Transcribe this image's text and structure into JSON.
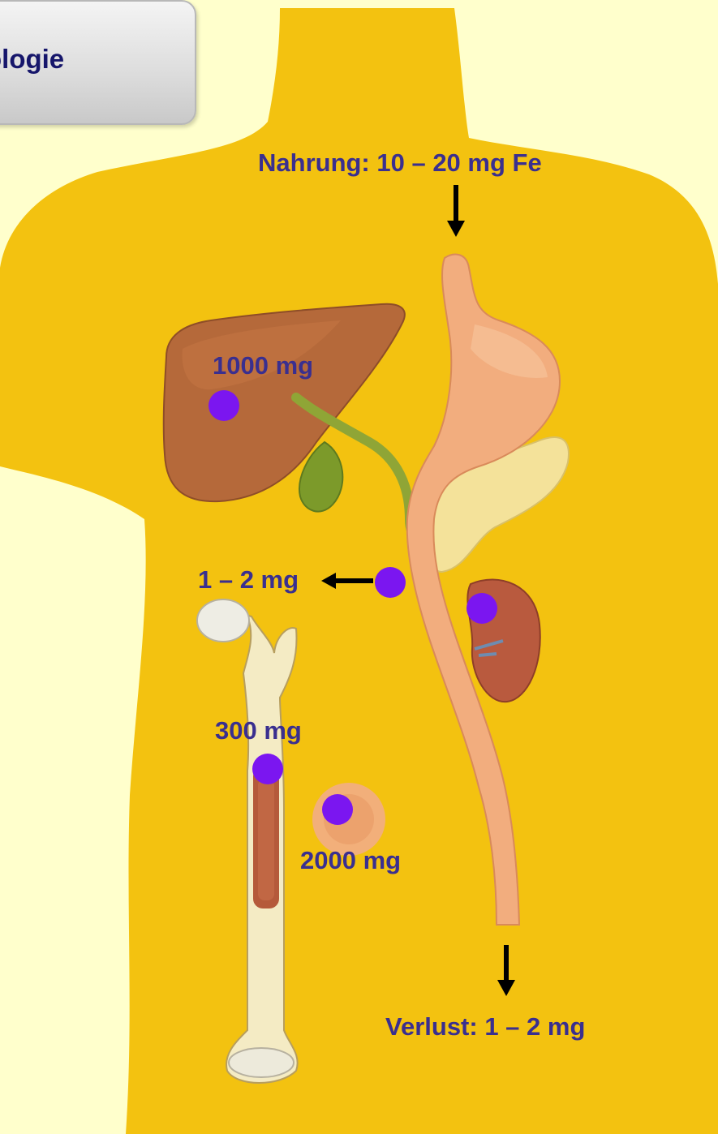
{
  "header": {
    "title": "ologie"
  },
  "labels": {
    "intake": "Nahrung: 10 – 20 mg Fe",
    "liver": "1000 mg",
    "intestine": "1 – 2 mg",
    "bone": "300 mg",
    "blood": "2000 mg",
    "loss": "Verlust: 1 – 2 mg"
  },
  "colors": {
    "background": "#FFFFCC",
    "body": "#F3C210",
    "marker": "#7B16F0",
    "label_text": "#3A2F8F",
    "title_text": "#16166B"
  }
}
